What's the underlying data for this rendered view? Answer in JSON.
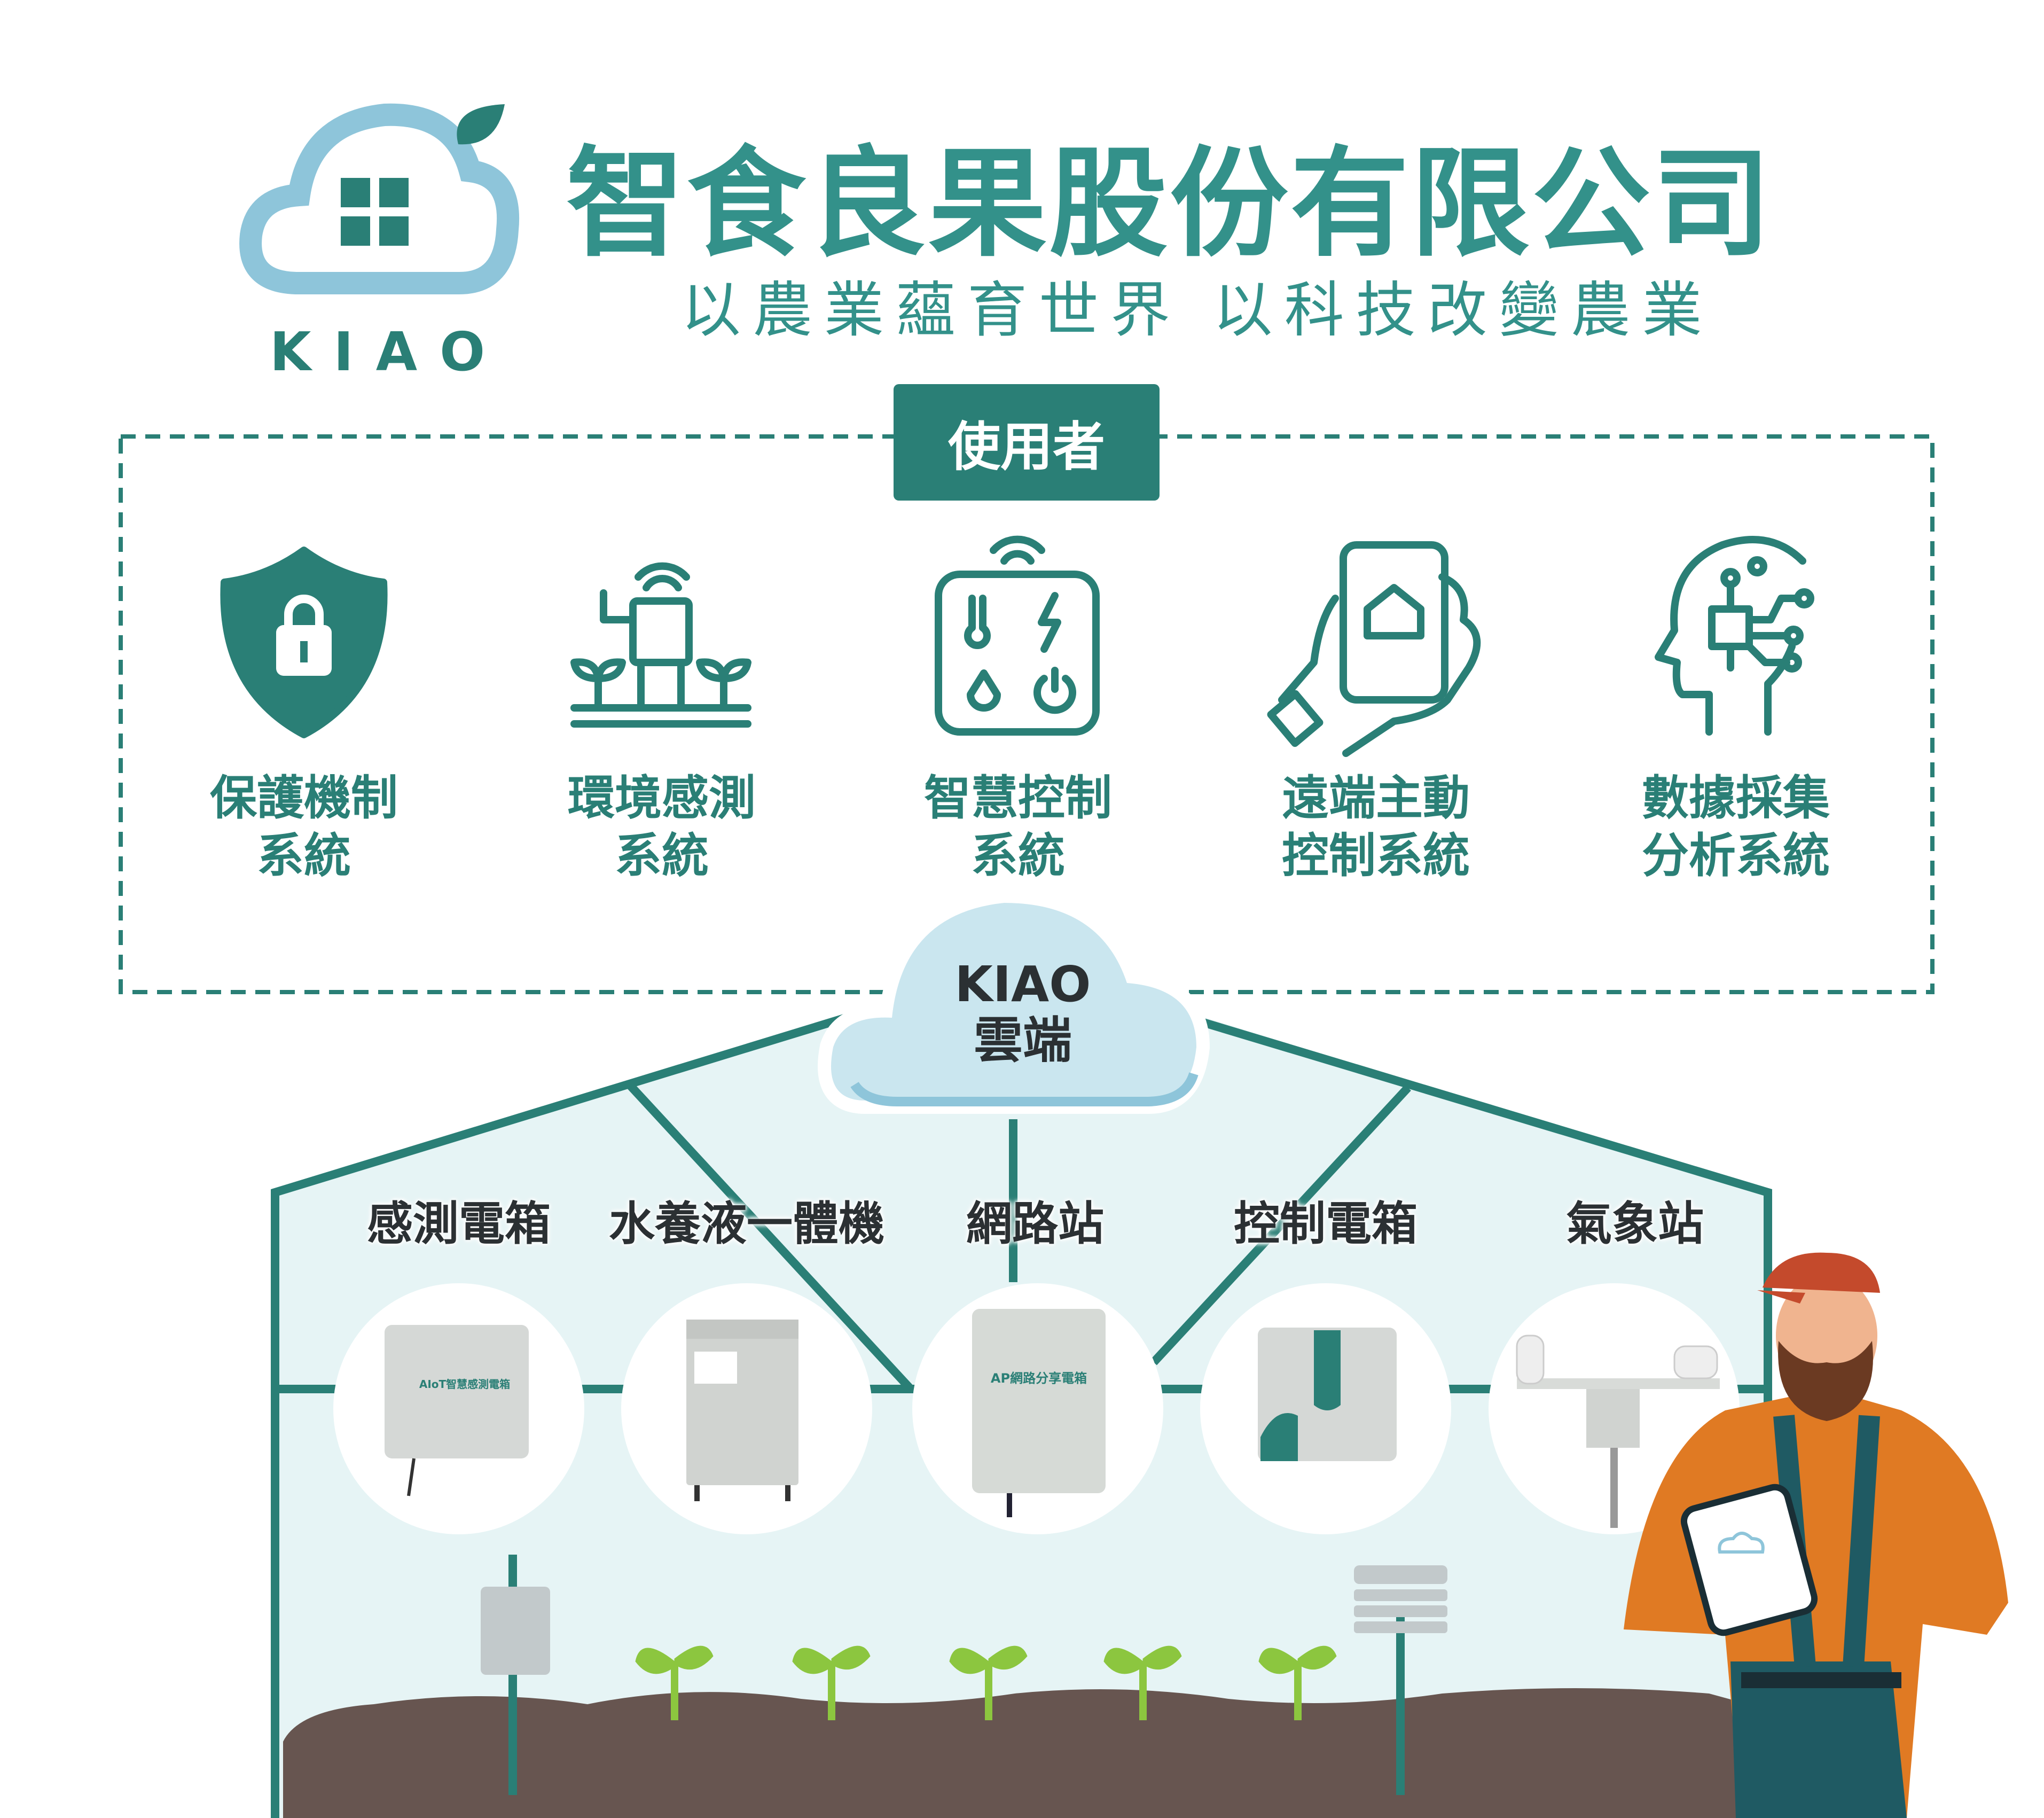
{
  "header": {
    "company_name": "智食良果股份有限公司",
    "slogan": "以農業蘊育世界  以科技改變農業",
    "logo_text": "KIAO"
  },
  "users_section": {
    "badge": "使用者",
    "features": [
      {
        "icon": "shield-lock-icon",
        "line1": "保護機制",
        "line2": "系統"
      },
      {
        "icon": "environment-sensor-icon",
        "line1": "環境感測",
        "line2": "系統"
      },
      {
        "icon": "smart-control-panel-icon",
        "line1": "智慧控制",
        "line2": "系統"
      },
      {
        "icon": "phone-remote-home-icon",
        "line1": "遠端主動",
        "line2": "控制系統"
      },
      {
        "icon": "ai-head-circuit-icon",
        "line1": "數據採集",
        "line2": "分析系統"
      }
    ]
  },
  "cloud": {
    "line1": "KIAO",
    "line2": "雲端"
  },
  "devices": [
    {
      "label": "感測電箱",
      "panel_text": "AIoT智慧感測電箱"
    },
    {
      "label": "水養液一體機",
      "panel_text": ""
    },
    {
      "label": "網路站",
      "panel_text": "AP網路分享電箱"
    },
    {
      "label": "控制電箱",
      "panel_text": ""
    },
    {
      "label": "氣象站",
      "panel_text": ""
    }
  ],
  "colors": {
    "primary": "#2a7f76",
    "title": "#33918a",
    "cloud": "#8ec5da",
    "greenhouse": "#e6f4f5",
    "soil": "#675550"
  }
}
